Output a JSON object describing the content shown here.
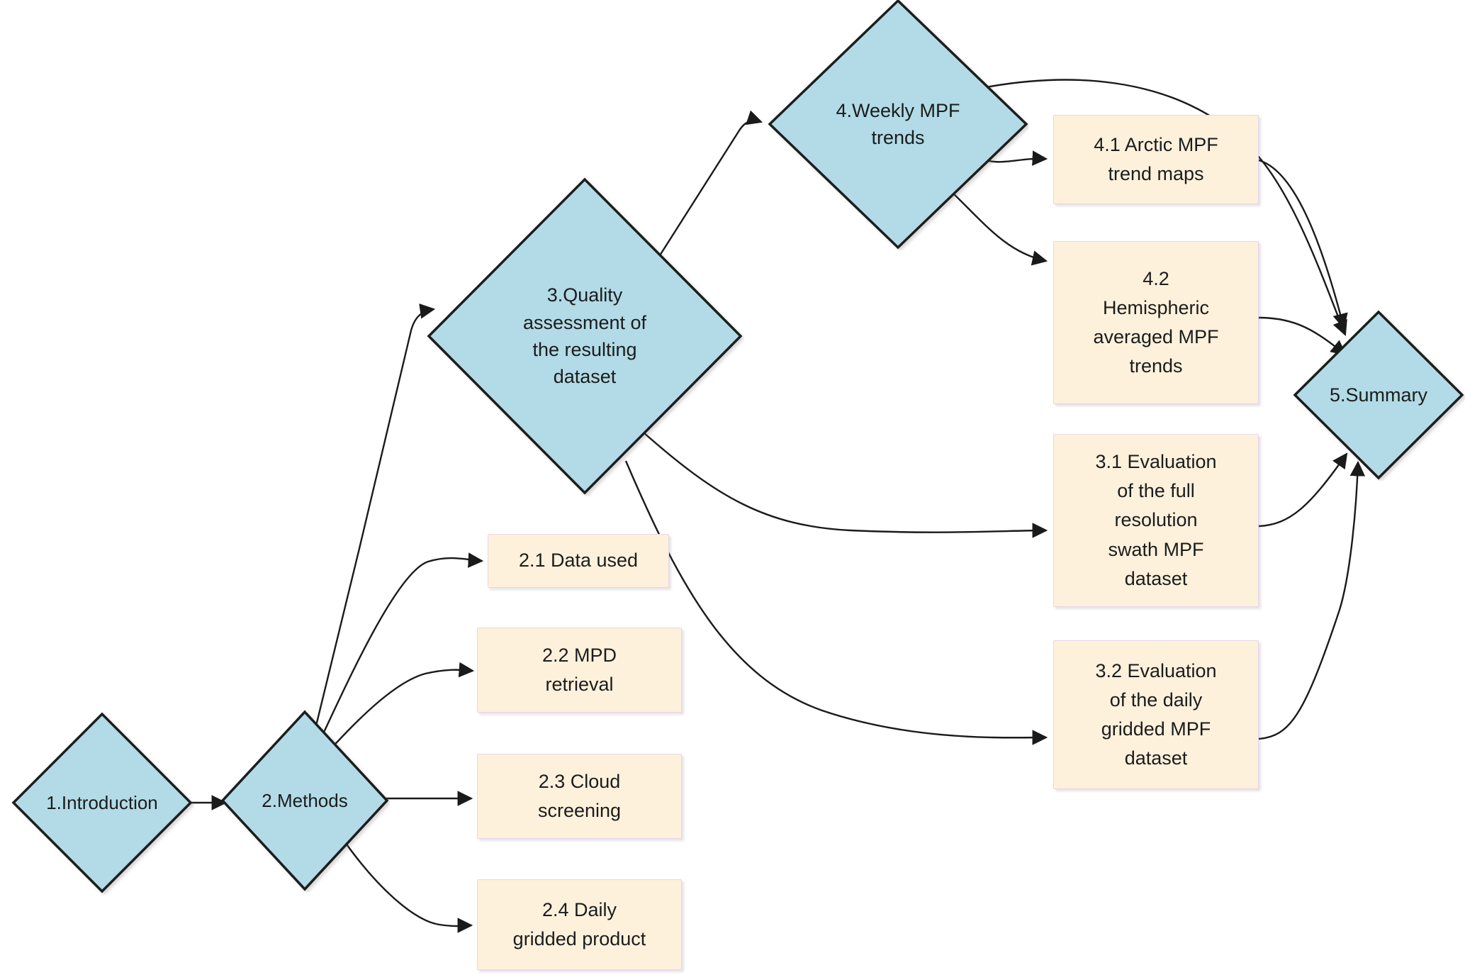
{
  "diagram": {
    "title": "MPF dataset paper structure flowchart",
    "type": "flowchart",
    "colors": {
      "diamond_fill": "#b2dbe7",
      "diamond_stroke": "#1d1d1d",
      "box_fill": "#fdf1dc",
      "box_stroke": "#e6d6e6",
      "edge_stroke": "#1a1a1a",
      "text": "#1c1c1c",
      "background": "#ffffff"
    },
    "nodes": [
      {
        "id": "n1",
        "shape": "diamond",
        "label": "1.Introduction"
      },
      {
        "id": "n2",
        "shape": "diamond",
        "label": "2.Methods"
      },
      {
        "id": "n3",
        "shape": "diamond",
        "label": "3.Quality\nassessment of\nthe resulting\ndataset"
      },
      {
        "id": "n4",
        "shape": "diamond",
        "label": "4.Weekly MPF\ntrends"
      },
      {
        "id": "n5",
        "shape": "diamond",
        "label": "5.Summary"
      },
      {
        "id": "b21",
        "shape": "rect",
        "label": "2.1 Data used"
      },
      {
        "id": "b22",
        "shape": "rect",
        "label": "2.2 MPD\nretrieval"
      },
      {
        "id": "b23",
        "shape": "rect",
        "label": "2.3 Cloud\nscreening"
      },
      {
        "id": "b24",
        "shape": "rect",
        "label": "2.4 Daily\ngridded product"
      },
      {
        "id": "b41",
        "shape": "rect",
        "label": "4.1 Arctic MPF\ntrend maps"
      },
      {
        "id": "b42",
        "shape": "rect",
        "label": "4.2\nHemispheric\naveraged MPF\ntrends"
      },
      {
        "id": "b31",
        "shape": "rect",
        "label": "3.1 Evaluation\nof the full\nresolution\nswath MPF\ndataset"
      },
      {
        "id": "b32",
        "shape": "rect",
        "label": "3.2 Evaluation\nof the daily\ngridded MPF\ndataset"
      }
    ],
    "edges": [
      {
        "from": "n1",
        "to": "n2"
      },
      {
        "from": "n2",
        "to": "n3"
      },
      {
        "from": "n2",
        "to": "b21"
      },
      {
        "from": "n2",
        "to": "b22"
      },
      {
        "from": "n2",
        "to": "b23"
      },
      {
        "from": "n2",
        "to": "b24"
      },
      {
        "from": "n3",
        "to": "n4"
      },
      {
        "from": "n3",
        "to": "b31"
      },
      {
        "from": "n3",
        "to": "b32"
      },
      {
        "from": "n4",
        "to": "b41"
      },
      {
        "from": "n4",
        "to": "b42"
      },
      {
        "from": "n4",
        "to": "n5"
      },
      {
        "from": "b41",
        "to": "n5"
      },
      {
        "from": "b42",
        "to": "n5"
      },
      {
        "from": "b31",
        "to": "n5"
      },
      {
        "from": "b32",
        "to": "n5"
      }
    ]
  }
}
